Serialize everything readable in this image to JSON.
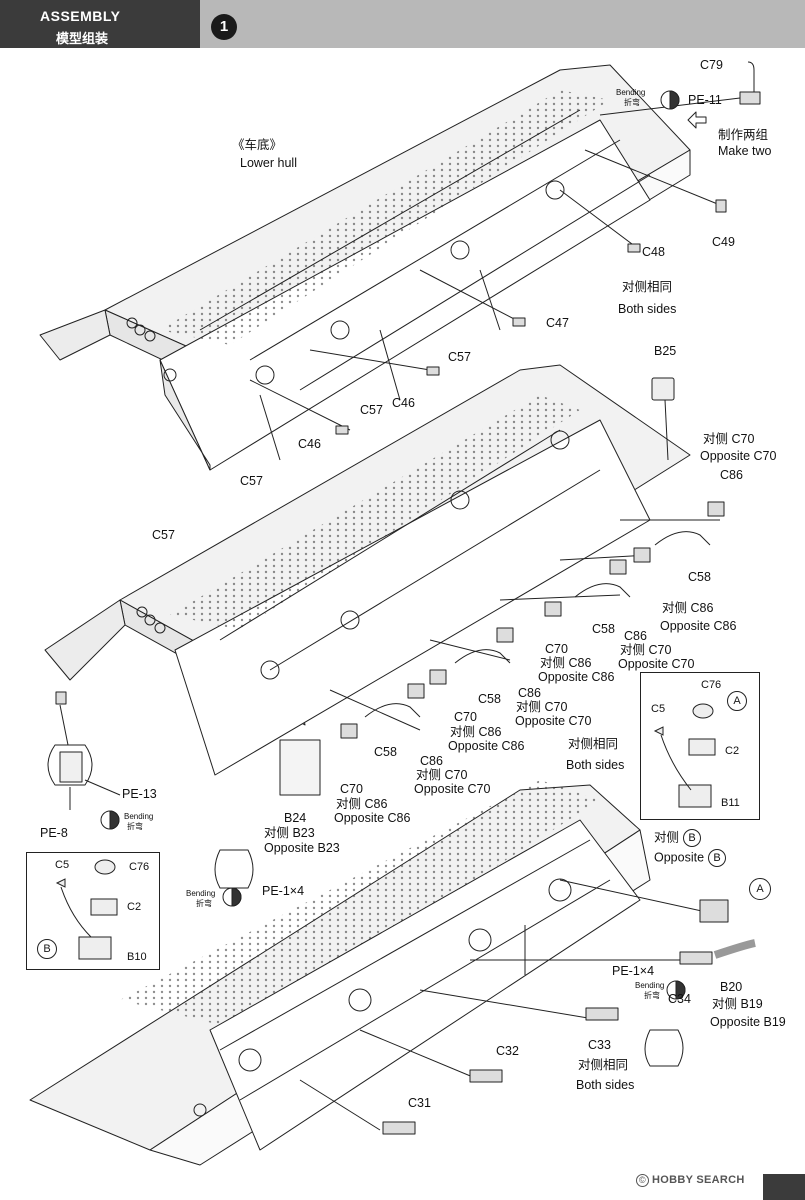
{
  "header": {
    "title_en": "ASSEMBLY",
    "title_cn": "模型组装",
    "step_number": "1"
  },
  "labels": {
    "c79": "C79",
    "bending1": "Bending",
    "zhewan1": "折弯",
    "pe11": "PE-11",
    "make_two_cn": "制作两组",
    "make_two_en": "Make two",
    "lower_hull_cn": "《车底》",
    "lower_hull_en": "Lower hull",
    "c49": "C49",
    "c48": "C48",
    "both_sides_cn_1": "对侧相同",
    "both_sides_en_1": "Both sides",
    "c47": "C47",
    "c57_a": "C57",
    "c46_a": "C46",
    "c57_b": "C57",
    "c46_b": "C46",
    "b25": "B25",
    "opp_c70_cn": "对侧 C70",
    "opp_c70_en": "Opposite C70",
    "c86_top": "C86",
    "c57_c": "C57",
    "c57_d": "C57",
    "c58_1": "C58",
    "opp_c86_cn_1": "对侧  C86",
    "opp_c86_en_1": "Opposite C86",
    "c58_2": "C58",
    "c86_2": "C86",
    "opp_c70_cn_2": "对侧 C70",
    "opp_c70_en_2": "Opposite C70",
    "c70_1": "C70",
    "opp_c86_cn_2": "对侧  C86",
    "opp_c86_en_2": "Opposite C86",
    "c58_3": "C58",
    "c86_3": "C86",
    "opp_c70_cn_3": "对侧 C70",
    "opp_c70_en_3": "Opposite C70",
    "c70_2": "C70",
    "opp_c86_cn_3": "对侧  C86",
    "opp_c86_en_3": "Opposite C86",
    "c58_4": "C58",
    "c86_4": "C86",
    "opp_c70_cn_4": "对侧 C70",
    "opp_c70_en_4": "Opposite C70",
    "c70_3": "C70",
    "opp_c86_cn_4": "对侧  C86",
    "opp_c86_en_4": "Opposite C86",
    "b24": "B24",
    "opp_b23_cn": "对侧 B23",
    "opp_b23_en": "Opposite B23",
    "both_sides_cn_2": "对侧相同",
    "both_sides_en_2": "Both sides",
    "pe13": "PE-13",
    "pe8": "PE-8",
    "bending2": "Bending",
    "zhewan2": "折弯",
    "opp_b_cn": "对侧",
    "opp_b_en": "Opposite",
    "pe1x4_a": "PE-1×4",
    "bending3": "Bending",
    "zhewan3": "折弯",
    "pe1x4_b": "PE-1×4",
    "bending4": "Bending",
    "zhewan4": "折弯",
    "c34": "C34",
    "b20": "B20",
    "opp_b19_cn": "对侧 B19",
    "opp_b19_en": "Opposite B19",
    "c33": "C33",
    "c32": "C32",
    "both_sides_cn_3": "对侧相同",
    "both_sides_en_3": "Both sides",
    "c31": "C31"
  },
  "detail_a": {
    "circle": "A",
    "c76": "C76",
    "c5": "C5",
    "c2": "C2",
    "b11": "B11"
  },
  "detail_b": {
    "circle": "B",
    "c5": "C5",
    "c76": "C76",
    "c2": "C2",
    "b10": "B10"
  },
  "markers": {
    "b_inline_1": "B",
    "b_inline_2": "B",
    "a_marker": "A"
  },
  "watermark": "HOBBY SEARCH"
}
